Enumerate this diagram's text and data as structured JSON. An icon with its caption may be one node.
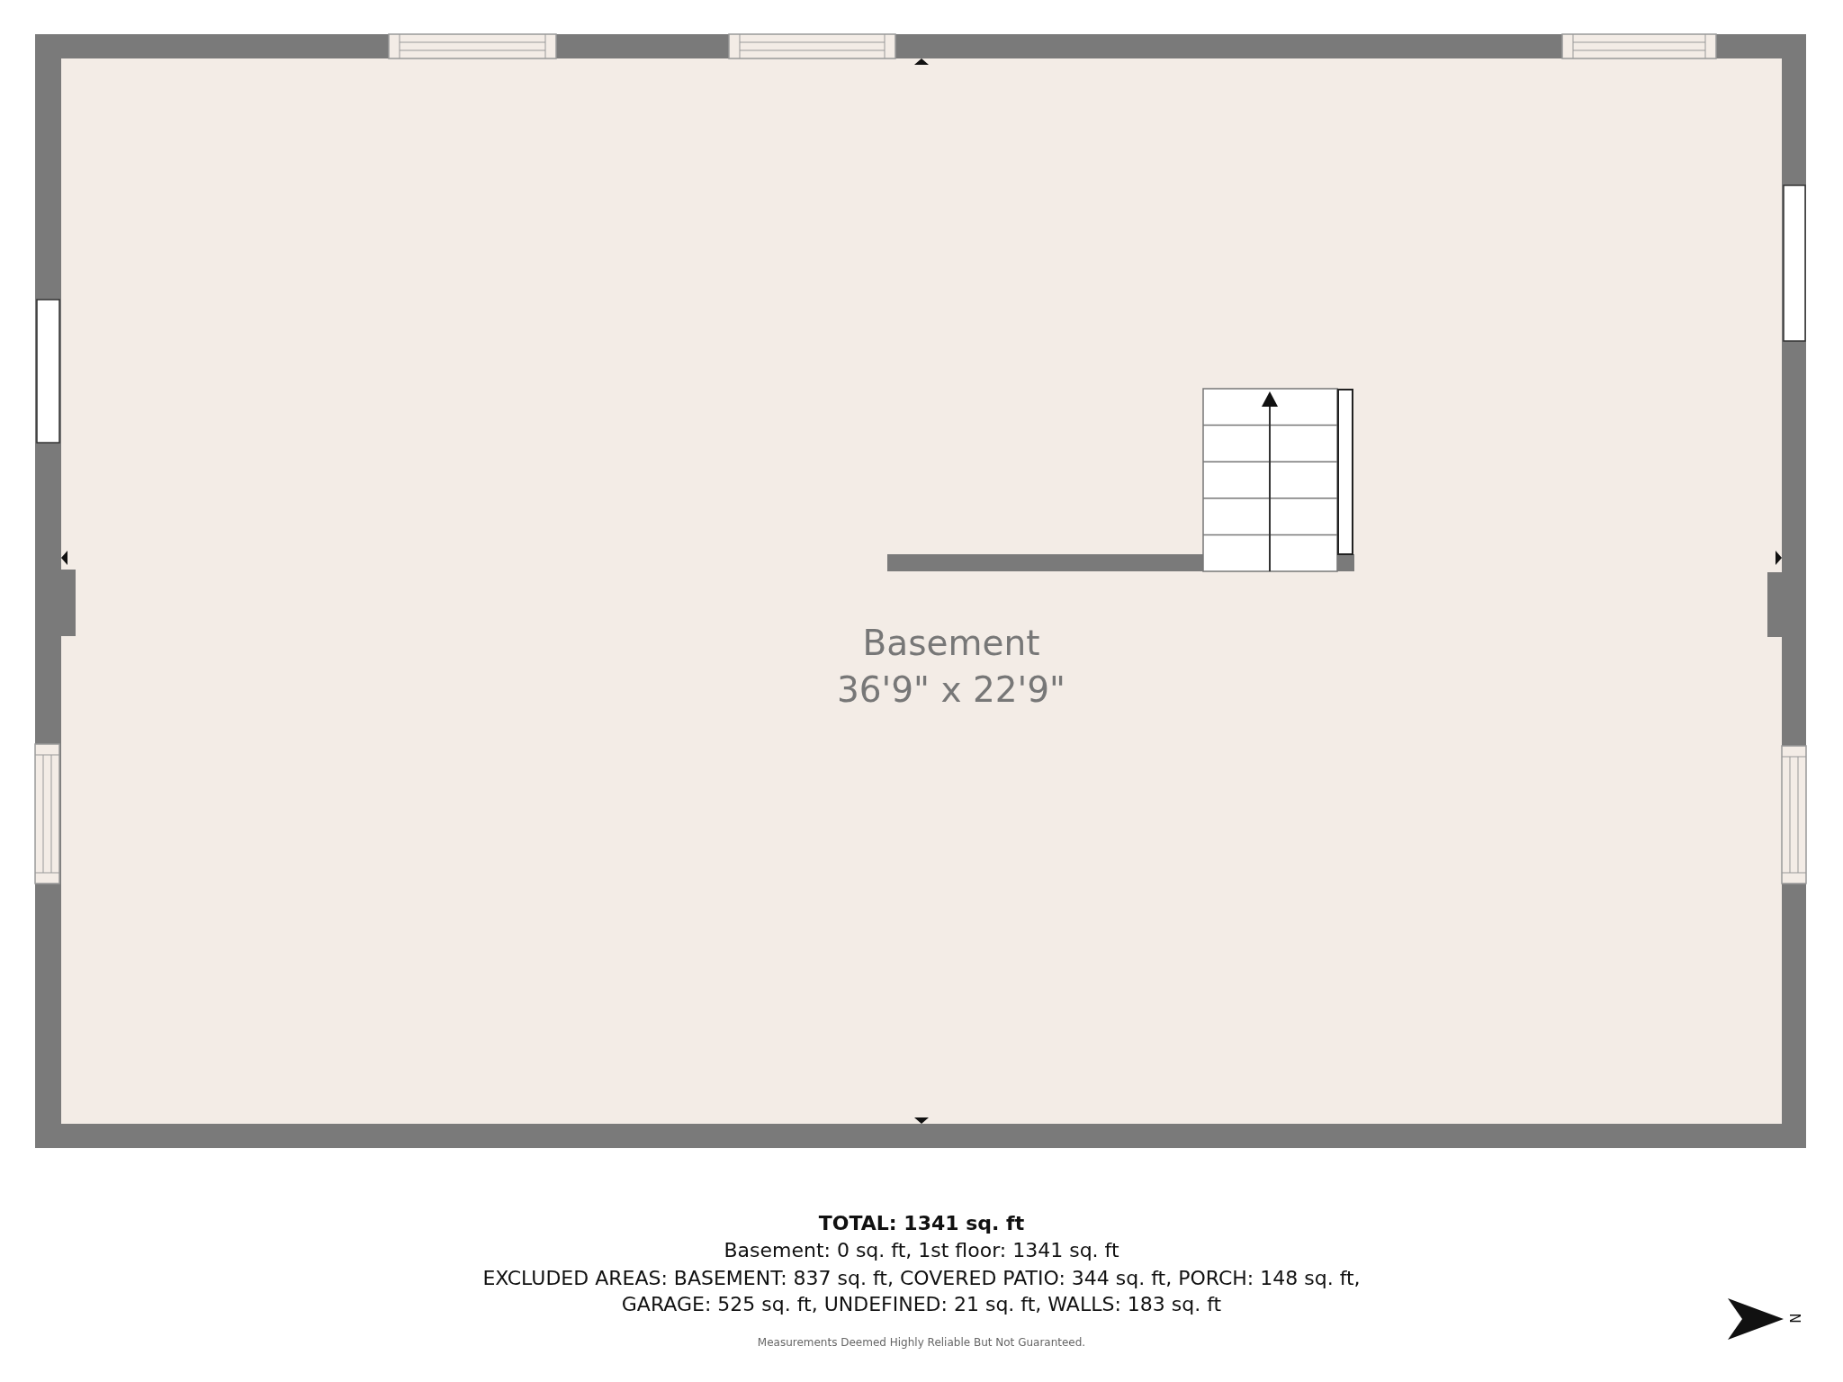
{
  "diagram": {
    "nodes": [
      {
        "text": [
          "Basement",
          "36'9\" x 22'9\""
        ]
      }
    ],
    "labels": [
      "TOTAL: 1341 sq. ft",
      "Basement: 0 sq. ft, 1st floor: 1341 sq. ft",
      "EXCLUDED AREAS: BASEMENT: 837 sq. ft, COVERED PATIO: 344 sq. ft, PORCH: 148 sq. ft, GARAGE: 525 sq. ft, UNDEFINED: 21 sq. ft, WALLS: 183 sq. ft",
      "Measurements Deemed Highly Reliable But Not Guaranteed.",
      "N"
    ]
  }
}
